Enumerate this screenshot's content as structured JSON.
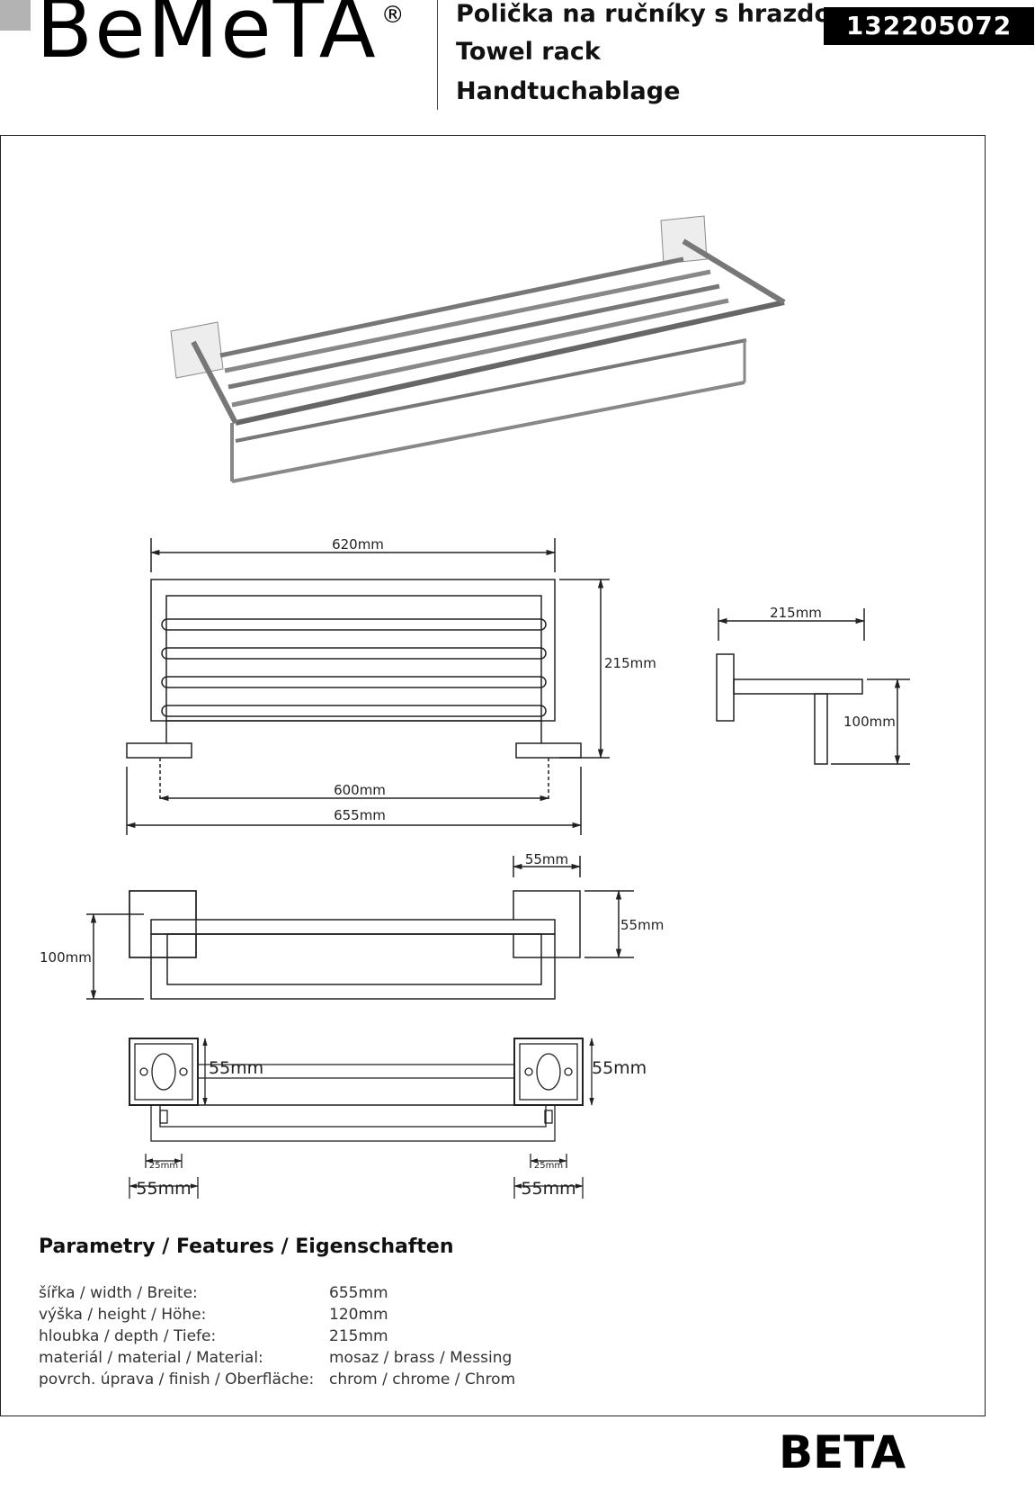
{
  "header": {
    "logo": "BeMeTA",
    "logo_mark": "®",
    "title_cz": "Polička na ručníky s hrazdou",
    "title_en": "Towel rack",
    "title_de": "Handtuchablage",
    "product_code": "132205072"
  },
  "dimensions": {
    "front_top_width": "620mm",
    "front_height": "215mm",
    "front_mount_spacing": "600mm",
    "front_total_width": "655mm",
    "side_depth": "215mm",
    "side_height": "100mm",
    "top_plate_width": "55mm",
    "top_plate_height": "55mm",
    "top_height": "100mm",
    "bottom_plate_left_height": "55mm",
    "bottom_plate_right_height": "55mm",
    "bottom_offset_left": "25mm",
    "bottom_offset_right": "25mm",
    "bottom_width_left": "55mm",
    "bottom_width_right": "55mm"
  },
  "features": {
    "heading": "Parametry / Features / Eigenschaften",
    "rows": [
      {
        "label": "šířka / width / Breite:",
        "value": "655mm"
      },
      {
        "label": "výška / height / Höhe:",
        "value": "120mm"
      },
      {
        "label": "hloubka / depth / Tiefe:",
        "value": "215mm"
      },
      {
        "label": "materiál / material / Material:",
        "value": "mosaz / brass / Messing"
      },
      {
        "label": "povrch. úprava / finish / Oberfläche:",
        "value": "chrom / chrome / Chrom"
      }
    ]
  },
  "series": "BETA"
}
